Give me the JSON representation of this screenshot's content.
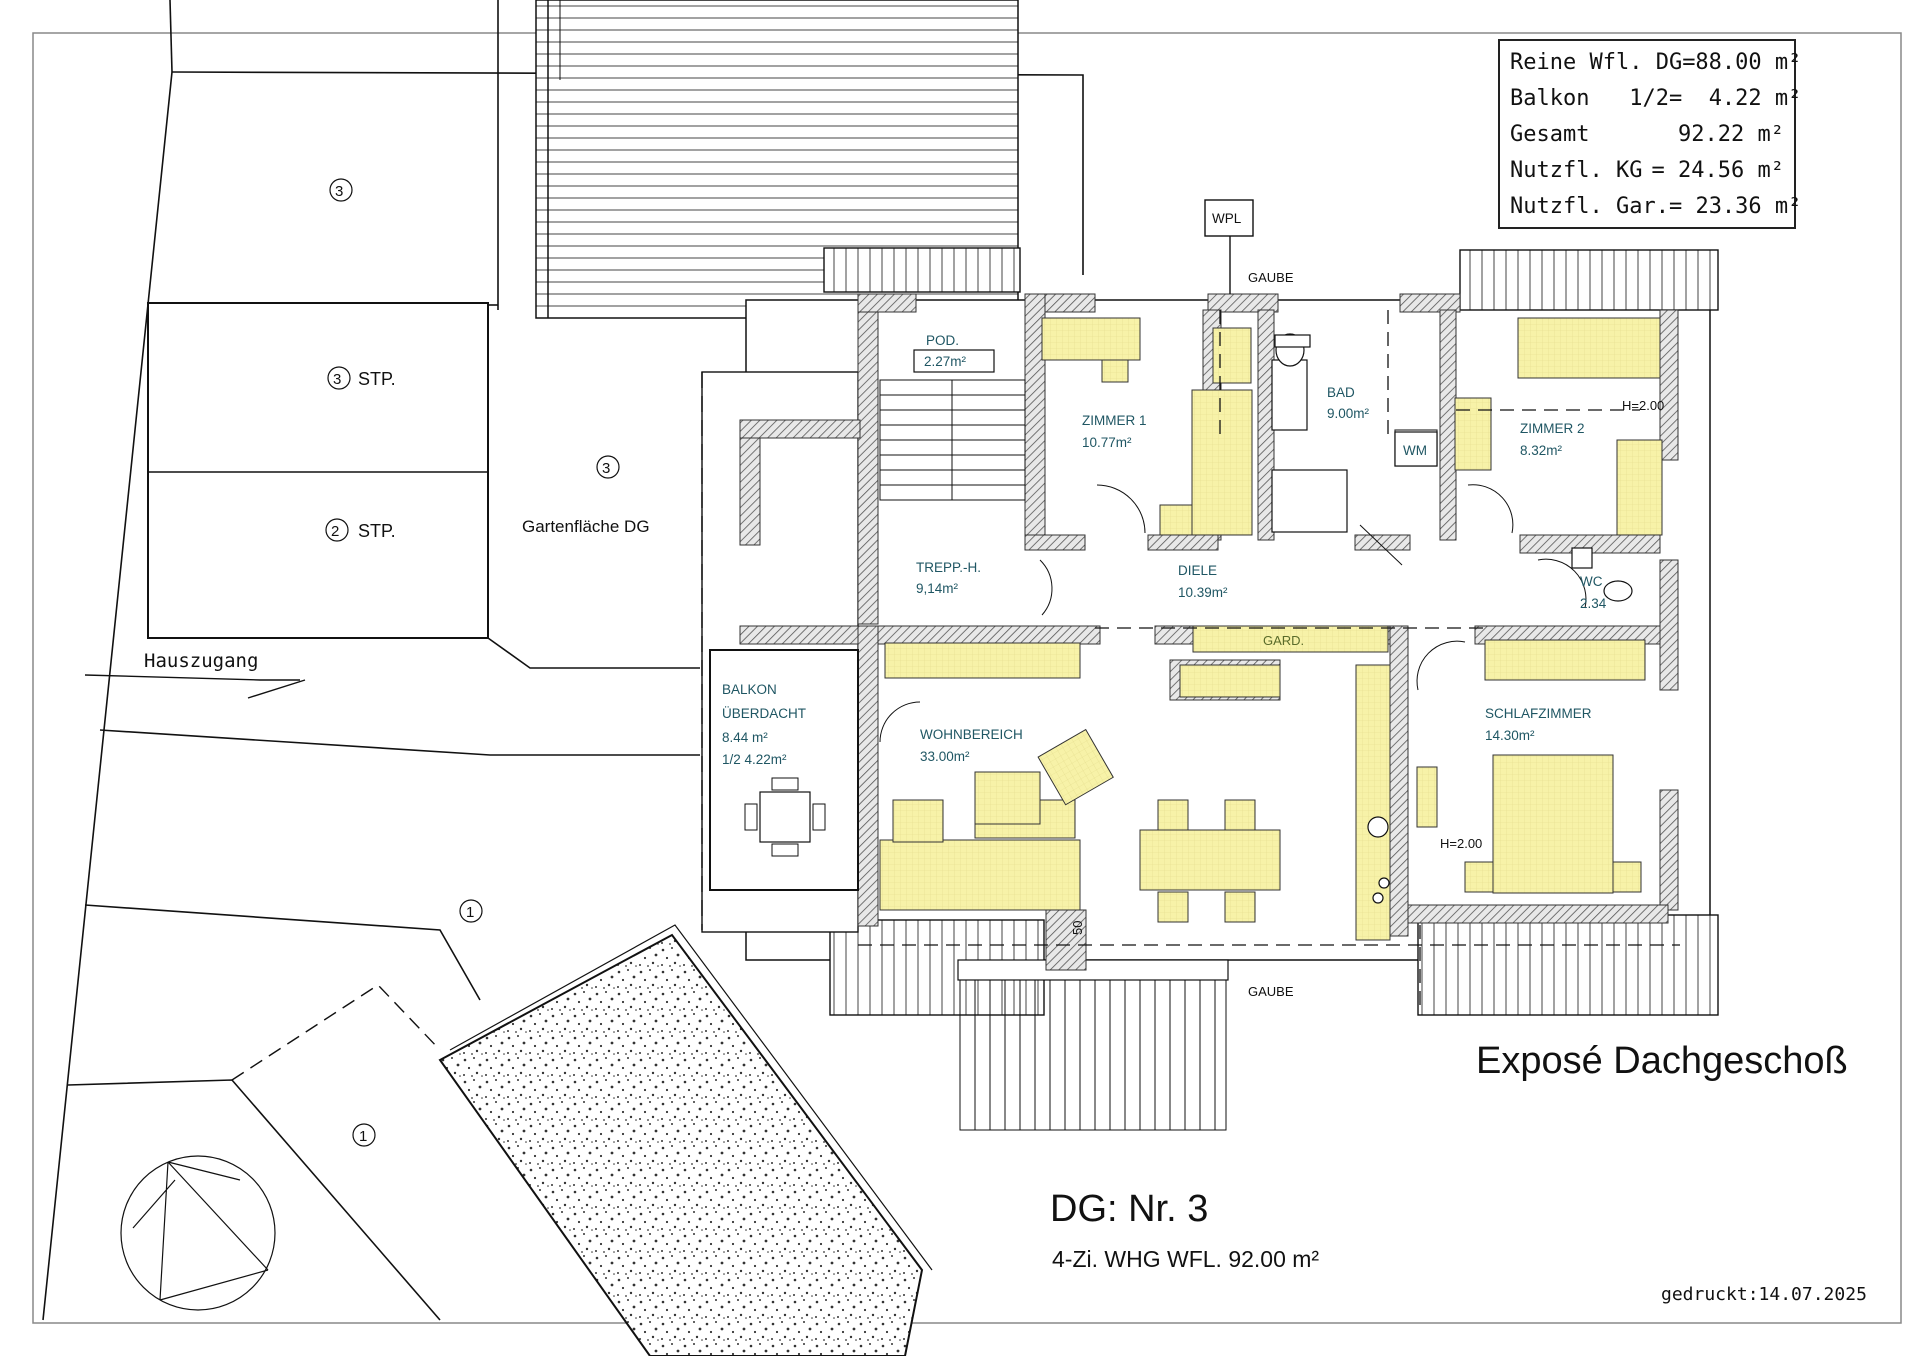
{
  "area_summary": {
    "rows": [
      {
        "label": "Reine Wfl. DG",
        "value": "=88.00 m²"
      },
      {
        "label": "Balkon   1/2",
        "value": "=  4.22 m²"
      },
      {
        "label": "Gesamt",
        "value": "92.22 m²"
      },
      {
        "label": "Nutzfl. KG",
        "value": "= 24.56 m²"
      },
      {
        "label": "Nutzfl. Gar.",
        "value": "= 23.36 m²"
      }
    ]
  },
  "rooms": {
    "pod": {
      "name": "POD.",
      "area": "2.27m²"
    },
    "zimmer1": {
      "name": "ZIMMER 1",
      "area": "10.77m²"
    },
    "bad": {
      "name": "BAD",
      "area": "9.00m²"
    },
    "zimmer2": {
      "name": "ZIMMER 2",
      "area": "8.32m²"
    },
    "trepp": {
      "name": "TREPP.-H.",
      "area": "9,14m²"
    },
    "diele": {
      "name": "DIELE",
      "area": "10.39m²"
    },
    "wc": {
      "name": "WC",
      "area": "2.34"
    },
    "balkon": {
      "name1": "BALKON",
      "name2": "ÜBERDACHT",
      "area": "8.44 m²",
      "half": "1/2 4.22m²"
    },
    "wohnbereich": {
      "name": "WOHNBEREICH",
      "area": "33.00m²"
    },
    "schlafzimmer": {
      "name": "SCHLAFZIMMER",
      "area": "14.30m²"
    }
  },
  "plan_labels": {
    "wpl": "WPL",
    "wm": "WM",
    "gaube_top": "GAUBE",
    "gaube_bottom": "GAUBE",
    "gard": "GARD.",
    "h_zimmer2": "H=2.00",
    "h_schlaf": "H=2.00",
    "dim_50": "50",
    "stp3": "STP.",
    "stp2": "STP.",
    "garden": "Gartenfläche DG",
    "entrance": "Hauszugang"
  },
  "site_markers": {
    "m3": "3",
    "m2": "2",
    "m1": "1"
  },
  "title": "Exposé Dachgeschoß",
  "apartment": {
    "number": "DG:  Nr. 3",
    "description": "4-Zi. WHG  WFL. 92.00 m²"
  },
  "printed": "gedruckt:14.07.2025",
  "colors": {
    "furniture": "#f7f2a8",
    "room_text": "#1f5663",
    "wall_hatch": "#777777",
    "line": "#111111"
  }
}
